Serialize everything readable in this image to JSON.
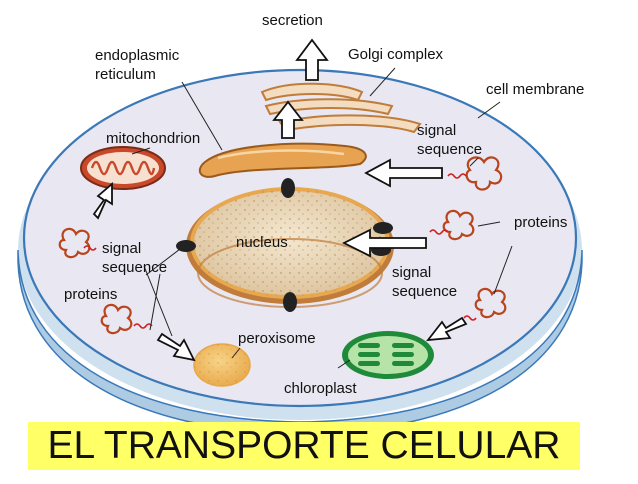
{
  "labels": {
    "secretion": "secretion",
    "endoplasmic_1": "endoplasmic",
    "endoplasmic_2": "reticulum",
    "golgi": "Golgi complex",
    "cell_membrane": "cell membrane",
    "mitochondrion": "mitochondrion",
    "signal_seq_right_1": "signal",
    "signal_seq_right_2": "sequence",
    "nucleus": "nucleus",
    "proteins_right": "proteins",
    "signal_seq_left_1": "signal",
    "signal_seq_left_2": "sequence",
    "proteins_left": "proteins",
    "signal_seq_center_1": "signal",
    "signal_seq_center_2": "sequence",
    "peroxisome": "peroxisome",
    "chloroplast": "chloroplast"
  },
  "title": "EL TRANSPORTE CELULAR",
  "colors": {
    "cell_fill": "#e8e6f0",
    "cell_rim": "#c8dcee",
    "membrane": "#3a78b8",
    "organelle": "#e0a24a",
    "organelle_dark": "#9a5a1c",
    "nucleus_fill": "#ecdcc0",
    "chloroplast": "#1f8a3a",
    "chloroplast_fill": "#b6e3a8",
    "protein": "#b8451e",
    "title_band": "#ffff66"
  }
}
